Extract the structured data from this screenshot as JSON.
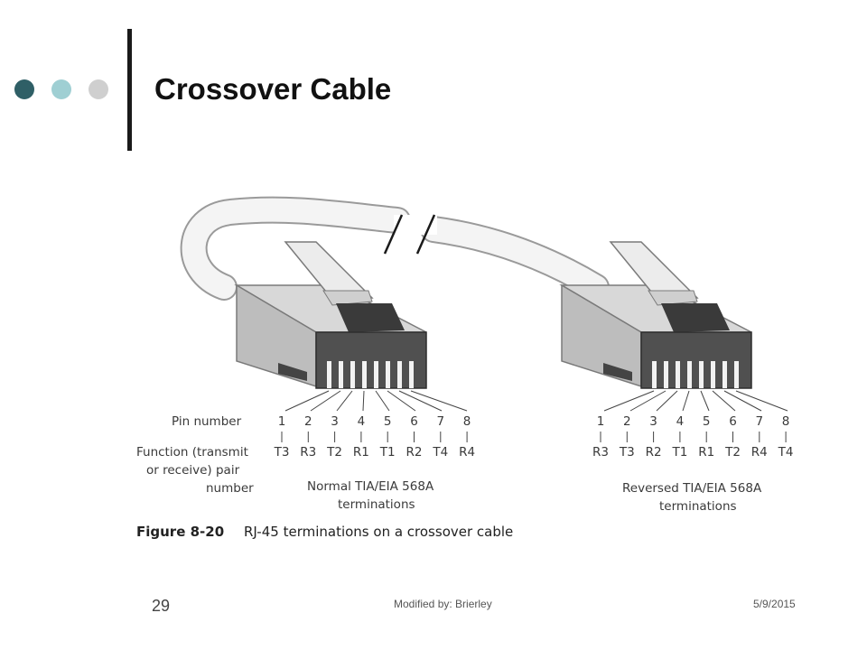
{
  "slide": {
    "title": "Crossover Cable",
    "bullets": [
      {
        "icon": "dark-teal-bullet-dot",
        "color": "#2f5f66"
      },
      {
        "icon": "light-teal-bullet-dot",
        "color": "#9fcfd3"
      },
      {
        "icon": "gray-bullet-dot",
        "color": "#cfcfcf"
      }
    ]
  },
  "figure": {
    "pin_label": "Pin number",
    "function_label": [
      "Function (transmit",
      "or receive) pair",
      "number"
    ],
    "left": {
      "pins": [
        "1",
        "2",
        "3",
        "4",
        "5",
        "6",
        "7",
        "8"
      ],
      "functions": [
        "T3",
        "R3",
        "T2",
        "R1",
        "T1",
        "R2",
        "T4",
        "R4"
      ],
      "caption": [
        "Normal TIA/EIA 568A",
        "terminations"
      ]
    },
    "right": {
      "pins": [
        "1",
        "2",
        "3",
        "4",
        "5",
        "6",
        "7",
        "8"
      ],
      "functions": [
        "R3",
        "T3",
        "R2",
        "T1",
        "R1",
        "T2",
        "R4",
        "T4"
      ],
      "caption": [
        "Reversed TIA/EIA 568A",
        "terminations"
      ]
    },
    "caption_label": "Figure 8-20",
    "caption_text": "RJ-45 terminations on a crossover cable"
  },
  "footer": {
    "slide_number": "29",
    "center_text": "Modified by: Brierley",
    "date": "5/9/2015"
  }
}
